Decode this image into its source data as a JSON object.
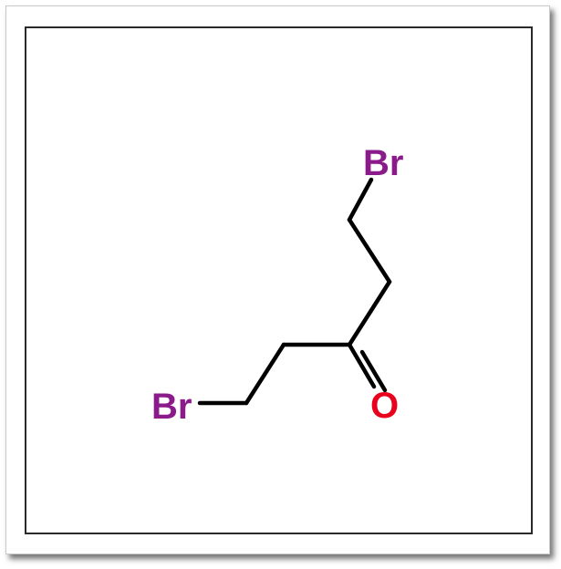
{
  "molecule": {
    "atoms": [
      {
        "id": "br-top",
        "symbol": "Br",
        "color": "#8b1a8b"
      },
      {
        "id": "br-left",
        "symbol": "Br",
        "color": "#8b1a8b"
      },
      {
        "id": "o-carbonyl",
        "symbol": "O",
        "color": "#e8001c"
      }
    ],
    "bond_color": "#000000"
  },
  "frame": {
    "border_color": "#2a2a2a"
  }
}
